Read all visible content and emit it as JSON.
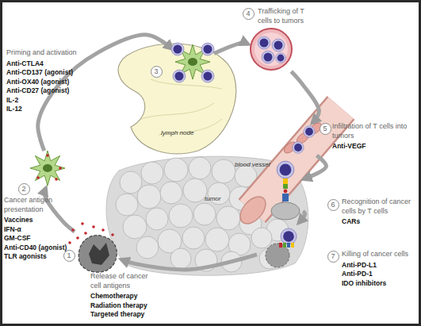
{
  "diagram": {
    "nodes": [
      {
        "text": [
          "1",
          "Release of cancer cell antigens",
          "Chemotherapy",
          "Radiation therapy",
          "Targeted therapy"
        ]
      },
      {
        "text": [
          "2",
          "Cancer antigen presentation",
          "Vaccines",
          "IFN-α",
          "GM-CSF",
          "Anti-CD40 (agonist)",
          "TLR agonists"
        ]
      },
      {
        "text": [
          "3",
          "Priming and activation",
          "Anti-CTLA4",
          "Anti-CD137 (agonist)",
          "Anti-OX40 (agonist)",
          "Anti-CD27 (agonist)",
          "IL-2",
          "IL-12"
        ]
      },
      {
        "text": [
          "4",
          "Trafficking of T cells to tumors"
        ]
      },
      {
        "text": [
          "5",
          "Infiltration of T cells into tumors",
          "Anti-VEGF"
        ]
      },
      {
        "text": [
          "6",
          "Recognition of cancer cells by T cells",
          "CARs"
        ]
      },
      {
        "text": [
          "7",
          "Killing of cancer cells",
          "Anti-PD-L1",
          "Anti-PD-1",
          "IDO inhibitors"
        ]
      }
    ],
    "edges": [
      {
        "from": 0,
        "to": 1,
        "arrow": "to"
      },
      {
        "from": 1,
        "to": 2,
        "arrow": "to"
      },
      {
        "from": 2,
        "to": 3,
        "arrow": "to"
      },
      {
        "from": 3,
        "to": 4,
        "arrow": "to"
      },
      {
        "from": 4,
        "to": 5,
        "arrow": "to"
      },
      {
        "from": 5,
        "to": 6,
        "arrow": "to"
      },
      {
        "from": 6,
        "to": 0,
        "arrow": "to"
      }
    ],
    "labels": [
      "lymph node",
      "blood vessel",
      "tumor"
    ]
  }
}
